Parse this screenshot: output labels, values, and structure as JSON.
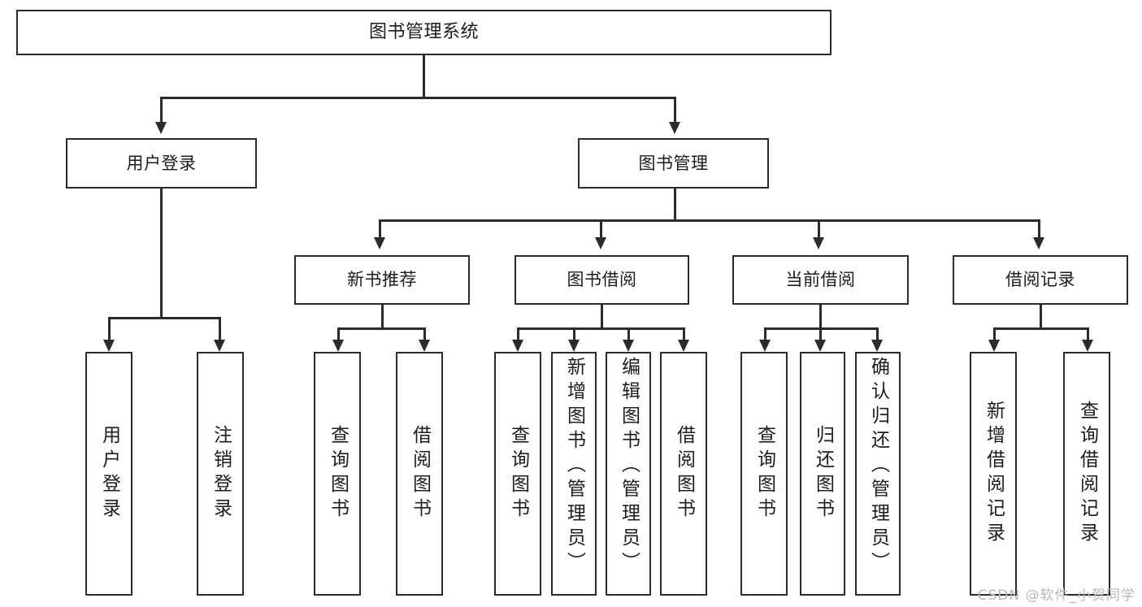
{
  "diagram": {
    "type": "tree-hierarchy",
    "title": "图书管理系统",
    "watermark": "CSDN @软件_小贺同学",
    "colors": {
      "stroke": "#2b2b2b",
      "fill": "#ffffff",
      "text": "#1c1c1c",
      "watermark": "#b9b9b9"
    },
    "levels": [
      {
        "level": 1,
        "nodes": [
          {
            "id": "root",
            "label": "图书管理系统"
          }
        ]
      },
      {
        "level": 2,
        "nodes": [
          {
            "id": "n-login",
            "label": "用户登录",
            "parent": "root"
          },
          {
            "id": "n-bookmgmt",
            "label": "图书管理",
            "parent": "root"
          }
        ]
      },
      {
        "level": 3,
        "nodes": [
          {
            "id": "n-newrec",
            "label": "新书推荐",
            "parent": "n-bookmgmt"
          },
          {
            "id": "n-borrow",
            "label": "图书借阅",
            "parent": "n-bookmgmt"
          },
          {
            "id": "n-current",
            "label": "当前借阅",
            "parent": "n-bookmgmt"
          },
          {
            "id": "n-record",
            "label": "借阅记录",
            "parent": "n-bookmgmt"
          }
        ]
      },
      {
        "level": 4,
        "nodes": [
          {
            "id": "l-userlogin",
            "label": "用户登录",
            "parent": "n-login"
          },
          {
            "id": "l-userlogout",
            "label": "注销登录",
            "parent": "n-login"
          },
          {
            "id": "l-query1",
            "label": "查询图书",
            "parent": "n-newrec"
          },
          {
            "id": "l-borrowbook1",
            "label": "借阅图书",
            "parent": "n-newrec"
          },
          {
            "id": "l-query2",
            "label": "查询图书",
            "parent": "n-borrow"
          },
          {
            "id": "l-addbook",
            "label": "新增图书（管理员）",
            "parent": "n-borrow"
          },
          {
            "id": "l-editbook",
            "label": "编辑图书（管理员）",
            "parent": "n-borrow"
          },
          {
            "id": "l-borrowbook2",
            "label": "借阅图书",
            "parent": "n-borrow"
          },
          {
            "id": "l-query3",
            "label": "查询图书",
            "parent": "n-current"
          },
          {
            "id": "l-return",
            "label": "归还图书",
            "parent": "n-current"
          },
          {
            "id": "l-confirmreturn",
            "label": "确认归还（管理员）",
            "parent": "n-current"
          },
          {
            "id": "l-addrecord",
            "label": "新增借阅记录",
            "parent": "n-record"
          },
          {
            "id": "l-queryrecord",
            "label": "查询借阅记录",
            "parent": "n-record"
          }
        ]
      }
    ]
  }
}
